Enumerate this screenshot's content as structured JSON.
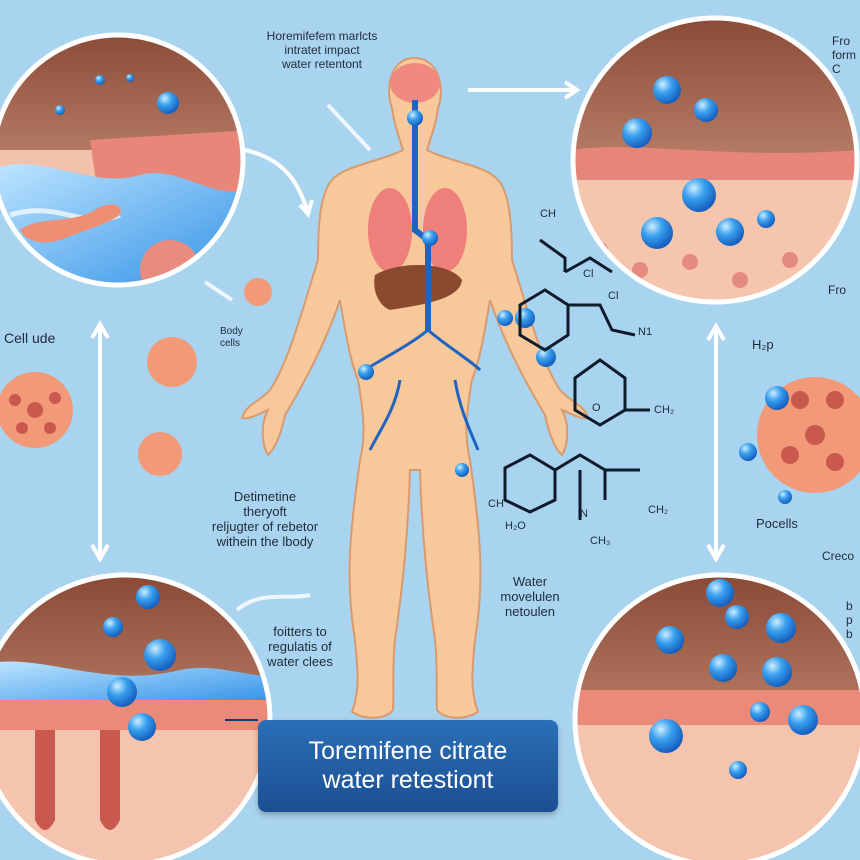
{
  "labels": {
    "top_center": "Horemifefem marlcts\nintratet impact\nwater retentont",
    "top_right": "Fro\nform\nC",
    "left_cell": "Cell ude",
    "body_cells": "Body\ncells",
    "left_middle": "Detimetine\ntheryoft\nreljugter of rebetor\nwithein the lbody",
    "bottom_left_center": "foitters to\nregulatis of\nwater clees",
    "water_molecule": "Water\nmovelulen\nnetoulen",
    "right_cell": "Pocells",
    "right_bottom_top": "Creco",
    "right_bottom_side": "b\np\nb",
    "right_top_fro": "Fro",
    "hp_label": "H₂p"
  },
  "chemistry": {
    "ch_top": "CH",
    "cl_1": "Cl",
    "cl_2": "Cl",
    "n_1": "N1",
    "o_ring": "O",
    "ch2_1": "CH₂",
    "ch_left": "CH",
    "h2o": "H₂O",
    "n_2": "N",
    "ch3": "CH₃",
    "ch2_2": "CH₂"
  },
  "title": {
    "line1": "Toremifene citrate",
    "line2": "water retestiont"
  },
  "colors": {
    "background": "#a9d4ef",
    "title_box": "#2b6fb6",
    "skin": "#f6c89a",
    "water": "#2a8de0",
    "cell": "#f08a68",
    "vein": "#1f64c0"
  }
}
